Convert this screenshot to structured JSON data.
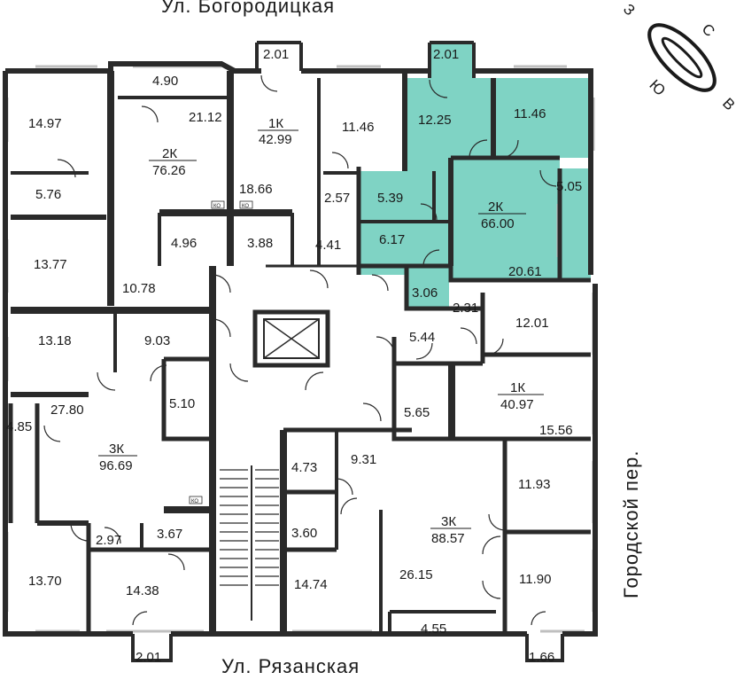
{
  "streets": {
    "top": "Ул. Богородицкая",
    "bottom": "Ул. Рязанская",
    "right": "Городской пер."
  },
  "compass": {
    "n": "С",
    "s": "Ю",
    "e": "В",
    "w": "З"
  },
  "colors": {
    "wall": "#2a2a2a",
    "highlight": "#7fd3c4",
    "window": "#bfbfbf"
  },
  "apartments": {
    "a2k_7626": {
      "type": "2К",
      "total": "76.26"
    },
    "a1k_4299": {
      "type": "1К",
      "total": "42.99"
    },
    "a2k_6600": {
      "type": "2К",
      "total": "66.00"
    },
    "a1k_4097": {
      "type": "1К",
      "total": "40.97"
    },
    "a3k_9669": {
      "type": "3К",
      "total": "96.69"
    },
    "a3k_8857": {
      "type": "3К",
      "total": "88.57"
    }
  },
  "rooms": {
    "r_14_97": "14.97",
    "r_4_90": "4.90",
    "r_21_12": "21.12",
    "r_5_76": "5.76",
    "r_2_01_top1": "2.01",
    "r_18_66": "18.66",
    "r_11_46_a": "11.46",
    "r_2_57": "2.57",
    "r_4_96": "4.96",
    "r_3_88": "3.88",
    "r_4_41": "4.41",
    "r_2_01_top2": "2.01",
    "r_12_25": "12.25",
    "r_11_46_b": "11.46",
    "r_5_39": "5.39",
    "r_5_05": "5.05",
    "r_6_17": "6.17",
    "r_20_61": "20.61",
    "r_3_06": "3.06",
    "r_13_77": "13.77",
    "r_10_78": "10.78",
    "r_13_18": "13.18",
    "r_9_03": "9.03",
    "r_5_10": "5.10",
    "r_27_80": "27.80",
    "r_4_85": "4.85",
    "r_2_97": "2.97",
    "r_3_67": "3.67",
    "r_13_70": "13.70",
    "r_14_38": "14.38",
    "r_2_01_bottom": "2.01",
    "r_2_31": "2.31",
    "r_12_01": "12.01",
    "r_5_44": "5.44",
    "r_5_65": "5.65",
    "r_15_56": "15.56",
    "r_4_73": "4.73",
    "r_9_31": "9.31",
    "r_3_60": "3.60",
    "r_14_74": "14.74",
    "r_11_93": "11.93",
    "r_26_15": "26.15",
    "r_11_90": "11.90",
    "r_4_55": "4.55",
    "r_1_66": "1.66"
  },
  "ko_label": "КО"
}
